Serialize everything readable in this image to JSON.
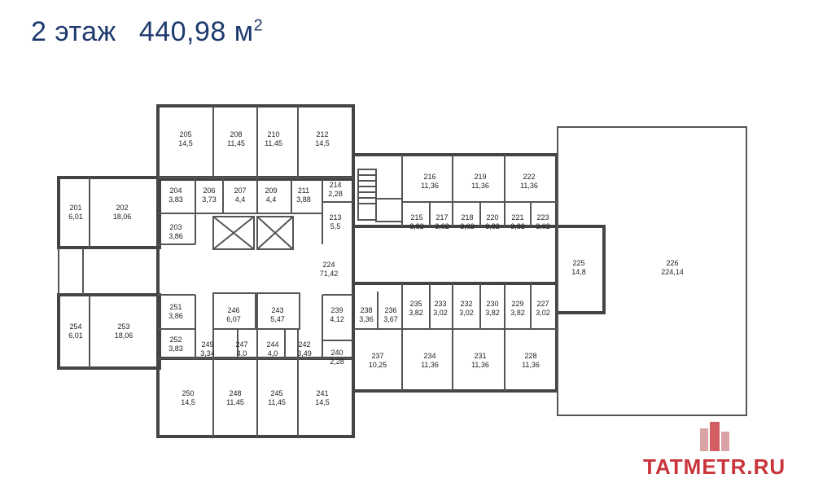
{
  "header": {
    "floor_label": "2 этаж",
    "area_value": "440,98 м",
    "area_superscript": "2"
  },
  "watermark": {
    "text": "TATMETR.RU"
  },
  "colors": {
    "title": "#1f3a6e",
    "watermark": "#c9343a",
    "walls": "#444444"
  },
  "rooms": [
    {
      "num": "205",
      "area": "14,5"
    },
    {
      "num": "208",
      "area": "11,45"
    },
    {
      "num": "210",
      "area": "11,45"
    },
    {
      "num": "212",
      "area": "14,5"
    },
    {
      "num": "201",
      "area": "6,01"
    },
    {
      "num": "202",
      "area": "18,06"
    },
    {
      "num": "204",
      "area": "3,83"
    },
    {
      "num": "206",
      "area": "3,73"
    },
    {
      "num": "207",
      "area": "4,4"
    },
    {
      "num": "209",
      "area": "4,4"
    },
    {
      "num": "211",
      "area": "3,88"
    },
    {
      "num": "214",
      "area": "2,28"
    },
    {
      "num": "203",
      "area": "3,86"
    },
    {
      "num": "213",
      "area": "5,5"
    },
    {
      "num": "216",
      "area": "11,36"
    },
    {
      "num": "219",
      "area": "11,36"
    },
    {
      "num": "222",
      "area": "11,36"
    },
    {
      "num": "215",
      "area": "3,82"
    },
    {
      "num": "217",
      "area": "3,02"
    },
    {
      "num": "218",
      "area": "3,02"
    },
    {
      "num": "220",
      "area": "3,82"
    },
    {
      "num": "221",
      "area": "3,82"
    },
    {
      "num": "223",
      "area": "3,02"
    },
    {
      "num": "224",
      "area": "71,42"
    },
    {
      "num": "225",
      "area": "14,8"
    },
    {
      "num": "226",
      "area": "224,14"
    },
    {
      "num": "254",
      "area": "6,01"
    },
    {
      "num": "253",
      "area": "18,06"
    },
    {
      "num": "251",
      "area": "3,86"
    },
    {
      "num": "252",
      "area": "3,83"
    },
    {
      "num": "246",
      "area": "6,07"
    },
    {
      "num": "243",
      "area": "5,47"
    },
    {
      "num": "239",
      "area": "4,12"
    },
    {
      "num": "238",
      "area": "3,36"
    },
    {
      "num": "236",
      "area": "3,67"
    },
    {
      "num": "235",
      "area": "3,82"
    },
    {
      "num": "233",
      "area": "3,02"
    },
    {
      "num": "232",
      "area": "3,02"
    },
    {
      "num": "230",
      "area": "3,82"
    },
    {
      "num": "229",
      "area": "3,82"
    },
    {
      "num": "227",
      "area": "3,02"
    },
    {
      "num": "249",
      "area": "3,34"
    },
    {
      "num": "247",
      "area": "4,0"
    },
    {
      "num": "244",
      "area": "4,0"
    },
    {
      "num": "242",
      "area": "3,49"
    },
    {
      "num": "240",
      "area": "2,28"
    },
    {
      "num": "237",
      "area": "10,25"
    },
    {
      "num": "234",
      "area": "11,36"
    },
    {
      "num": "231",
      "area": "11,36"
    },
    {
      "num": "228",
      "area": "11,36"
    },
    {
      "num": "250",
      "area": "14,5"
    },
    {
      "num": "248",
      "area": "11,45"
    },
    {
      "num": "245",
      "area": "11,45"
    },
    {
      "num": "241",
      "area": "14,5"
    }
  ]
}
